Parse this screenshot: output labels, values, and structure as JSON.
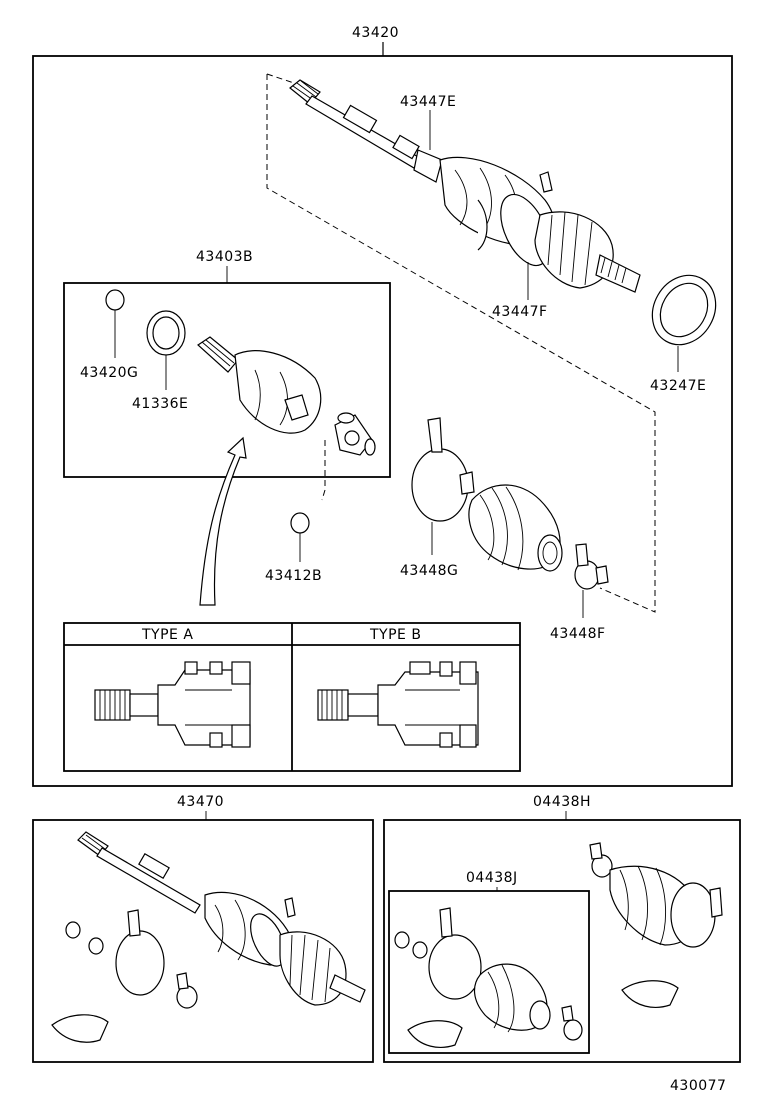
{
  "labels": {
    "main_assembly": "43420",
    "nut_43447e": "43447E",
    "clamp_43447f": "43447F",
    "seal_43247e": "43247E",
    "inner_joint_group": "43403B",
    "snap_ring_43420g": "43420G",
    "dust_seal_41336e": "41336E",
    "snap_ring_43412b": "43412B",
    "clamp_43448g": "43448G",
    "clamp_43448f": "43448F",
    "type_a": "TYPE  A",
    "type_b": "TYPE  B",
    "shaft_kit": "43470",
    "boot_kit_outer": "04438H",
    "boot_kit_inner": "04438J",
    "figure_number": "430077"
  }
}
